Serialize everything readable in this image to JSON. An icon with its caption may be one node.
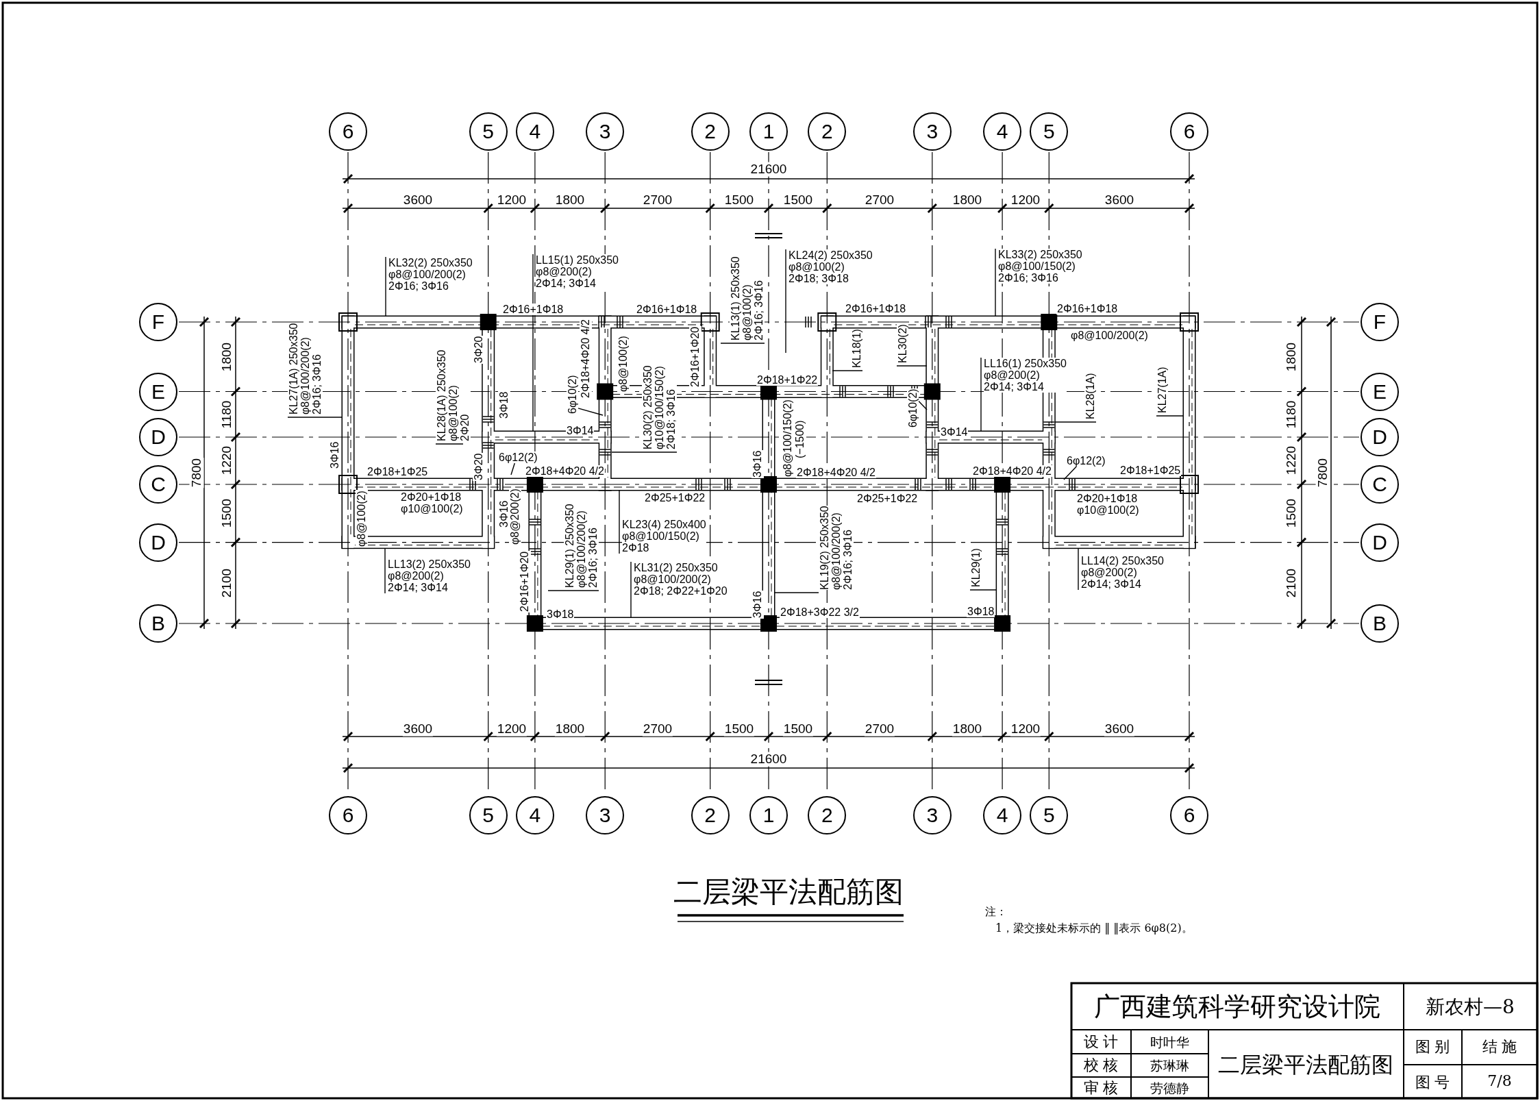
{
  "diagram": {
    "nodes": [
      {
        "text": [
          "6"
        ]
      },
      {
        "text": [
          "5"
        ]
      },
      {
        "text": [
          "4"
        ]
      },
      {
        "text": [
          "3"
        ]
      },
      {
        "text": [
          "2"
        ]
      },
      {
        "text": [
          "1"
        ]
      },
      {
        "text": [
          "2"
        ]
      },
      {
        "text": [
          "3"
        ]
      },
      {
        "text": [
          "4"
        ]
      },
      {
        "text": [
          "5"
        ]
      },
      {
        "text": [
          "6"
        ]
      },
      {
        "text": [
          "F"
        ]
      },
      {
        "text": [
          "E"
        ]
      },
      {
        "text": [
          "D"
        ]
      },
      {
        "text": [
          "C"
        ]
      },
      {
        "text": [
          "D"
        ]
      },
      {
        "text": [
          "B"
        ]
      },
      {
        "text": [
          "F"
        ]
      },
      {
        "text": [
          "E"
        ]
      },
      {
        "text": [
          "D"
        ]
      },
      {
        "text": [
          "C"
        ]
      },
      {
        "text": [
          "D"
        ]
      },
      {
        "text": [
          "B"
        ]
      },
      {
        "text": [
          "6"
        ]
      },
      {
        "text": [
          "5"
        ]
      },
      {
        "text": [
          "4"
        ]
      },
      {
        "text": [
          "3"
        ]
      },
      {
        "text": [
          "2"
        ]
      },
      {
        "text": [
          "1"
        ]
      },
      {
        "text": [
          "2"
        ]
      },
      {
        "text": [
          "3"
        ]
      },
      {
        "text": [
          "4"
        ]
      },
      {
        "text": [
          "5"
        ]
      },
      {
        "text": [
          "6"
        ]
      },
      {
        "text": [
          "KL32(2) 250x350",
          "φ8@100/200(2)",
          "2Φ16; 3Φ16"
        ]
      },
      {
        "text": [
          "LL15(1) 250x350",
          "φ8@200(2)",
          "2Φ14; 3Φ14"
        ]
      },
      {
        "text": [
          "KL13(1) 250x350",
          "φ8@100(2)",
          "2Φ16; 3Φ16"
        ]
      },
      {
        "text": [
          "KL24(2) 250x350",
          "φ8@100(2)",
          "2Φ18; 3Φ18"
        ]
      },
      {
        "text": [
          "KL33(2) 250x350",
          "φ8@100/150(2)",
          "2Φ16; 3Φ16"
        ]
      },
      {
        "text": [
          "KL27(1A) 250x350",
          "φ8@100/200(2)",
          "2Φ16; 3Φ16"
        ]
      },
      {
        "text": [
          "KL28(1A) 250x350",
          "φ8@100(2)",
          "2Φ20"
        ]
      },
      {
        "text": [
          "KL18(1)"
        ]
      },
      {
        "text": [
          "KL30(2)"
        ]
      },
      {
        "text": [
          "LL16(1) 250x350",
          "φ8@200(2)",
          "2Φ14; 3Φ14"
        ]
      },
      {
        "text": [
          "KL28(1A)"
        ]
      },
      {
        "text": [
          "KL27(1A)"
        ]
      },
      {
        "text": [
          "6φ10(2)"
        ]
      },
      {
        "text": [
          "KL30(2) 250x350",
          "φ10@100/150(2)",
          "2Φ18; 3Φ16"
        ]
      },
      {
        "text": [
          "6φ10(2)"
        ]
      },
      {
        "text": [
          "6φ12(2)"
        ]
      },
      {
        "text": [
          "6φ12(2)"
        ]
      },
      {
        "text": [
          "KL19(2) 250x350",
          "φ8@100/200(2)",
          "2Φ16; 3Φ16"
        ]
      },
      {
        "text": [
          "KL23(4) 250x400",
          "φ8@100/150(2)",
          "2Φ18"
        ]
      },
      {
        "text": [
          "LL13(2) 250x350",
          "φ8@200(2)",
          "2Φ14; 3Φ14"
        ]
      },
      {
        "text": [
          "KL29(1) 250x350",
          "φ8@100/200(2)",
          "2Φ16; 3Φ16"
        ]
      },
      {
        "text": [
          "KL31(2) 250x350",
          "φ8@100/200(2)",
          "2Φ18; 2Φ22+1Φ20"
        ]
      },
      {
        "text": [
          "LL14(2) 250x350",
          "φ8@200(2)",
          "2Φ14; 3Φ14"
        ]
      },
      {
        "text": [
          "KL29(1)"
        ]
      }
    ],
    "edges": [
      {
        "from": 34,
        "to": null,
        "arrow": "none"
      },
      {
        "from": 35,
        "to": null,
        "arrow": "none"
      },
      {
        "from": 36,
        "to": null,
        "arrow": "none"
      },
      {
        "from": 37,
        "to": null,
        "arrow": "none"
      },
      {
        "from": 38,
        "to": null,
        "arrow": "none"
      },
      {
        "from": 39,
        "to": null,
        "arrow": "none"
      },
      {
        "from": 40,
        "to": null,
        "arrow": "none"
      },
      {
        "from": 41,
        "to": null,
        "arrow": "none"
      },
      {
        "from": 42,
        "to": null,
        "arrow": "none"
      },
      {
        "from": 43,
        "to": null,
        "arrow": "none"
      },
      {
        "from": 44,
        "to": null,
        "arrow": "none"
      },
      {
        "from": 45,
        "to": null,
        "arrow": "none"
      },
      {
        "from": 46,
        "to": null,
        "arrow": "none"
      },
      {
        "from": 47,
        "to": null,
        "arrow": "none"
      },
      {
        "from": 48,
        "to": null,
        "arrow": "none"
      },
      {
        "from": 49,
        "to": null,
        "arrow": "none"
      },
      {
        "from": 50,
        "to": null,
        "arrow": "none"
      },
      {
        "from": 51,
        "to": null,
        "arrow": "none"
      },
      {
        "from": 52,
        "to": null,
        "arrow": "none"
      },
      {
        "from": 53,
        "to": null,
        "arrow": "none"
      },
      {
        "from": 54,
        "to": null,
        "arrow": "none"
      },
      {
        "from": 55,
        "to": null,
        "arrow": "none"
      },
      {
        "from": 56,
        "to": null,
        "arrow": "none"
      },
      {
        "from": 57,
        "to": null,
        "arrow": "none"
      }
    ],
    "labels": [
      "21600",
      "3600",
      "1200",
      "1800",
      "2700",
      "1500",
      "1500",
      "2700",
      "1800",
      "1200",
      "3600",
      "7800",
      "1800",
      "1180",
      "1220",
      "1500",
      "2100",
      "1800",
      "1180",
      "1220",
      "1500",
      "2100",
      "7800",
      "2Φ16+1Φ18",
      "2Φ16+1Φ18",
      "2Φ16+1Φ18",
      "2Φ16+1Φ18",
      "φ8@100/200(2)",
      "3Φ20",
      "2Φ18+4Φ20 4/2",
      "φ8@100(2)",
      "2Φ16+1Φ20",
      "2Φ18+1Φ22",
      "3Φ18",
      "3Φ14",
      "3Φ14",
      "φ8@100/150(2)",
      "(−1500)",
      "3Φ16",
      "3Φ20",
      "2Φ18+1Φ25",
      "2Φ18+4Φ20 4/2",
      "3Φ16",
      "2Φ18+4Φ20 4/2",
      "2Φ18+4Φ20 4/2",
      "2Φ18+1Φ25",
      "2Φ20+1Φ18",
      "φ10@100(2)",
      "2Φ25+1Φ22",
      "2Φ25+1Φ22",
      "2Φ20+1Φ18",
      "φ10@100(2)",
      "φ8@100(2)",
      "3Φ16",
      "φ8@200(2)",
      "2Φ16+1Φ20",
      "3Φ18",
      "3Φ16",
      "2Φ18+3Φ22 3/2",
      "3Φ18",
      "3600",
      "1200",
      "1800",
      "2700",
      "1500",
      "1500",
      "2700",
      "1800",
      "1200",
      "3600",
      "21600",
      "二层梁平法配筋图",
      "注：",
      "1，梁交接处未标示的 ‖ ‖表示 6φ8(2)。",
      "广西建筑科学研究设计院",
      "新农村—8",
      "设 计",
      "时叶华",
      "二层梁平法配筋图",
      "图 别",
      "结 施",
      "校 核",
      "苏琳琳",
      "审 核",
      "劳德静",
      "图 号",
      "7/8"
    ]
  }
}
